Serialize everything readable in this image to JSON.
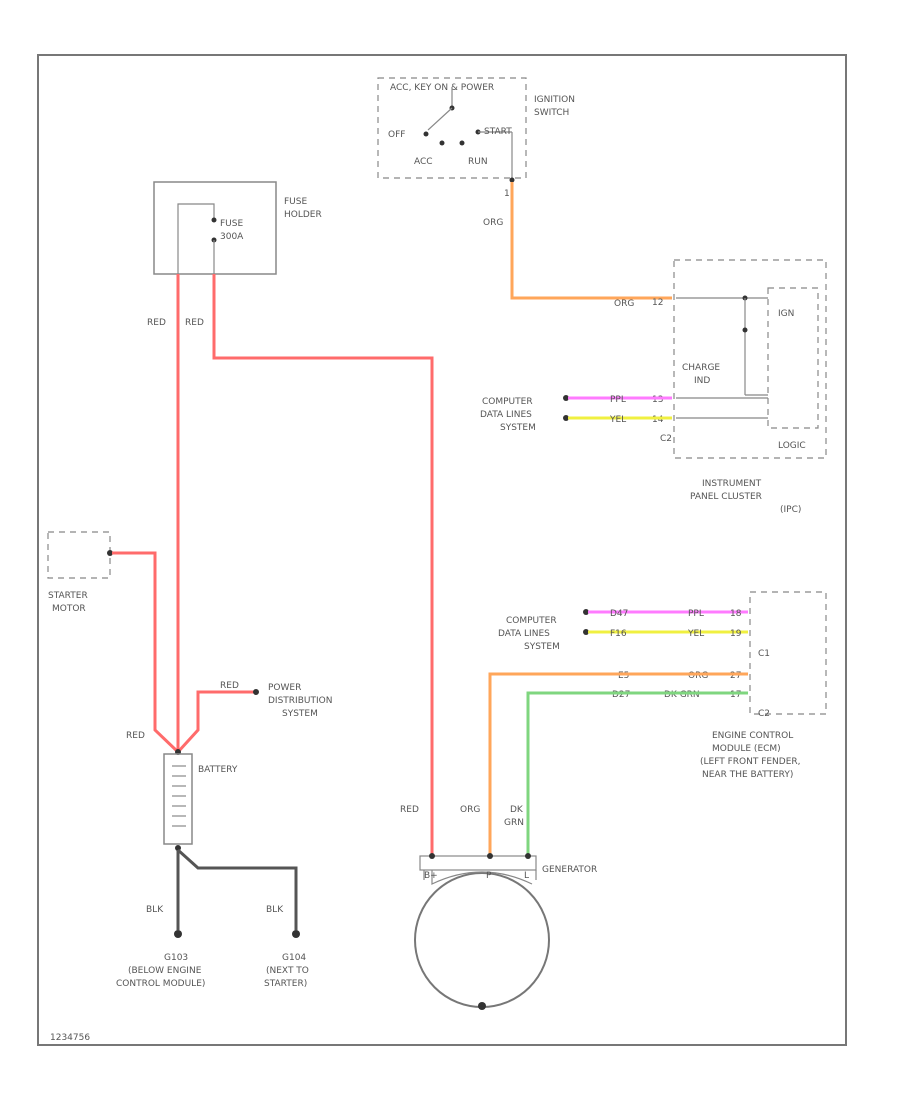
{
  "ignition_switch": {
    "header": "ACC, KEY ON & POWER",
    "label_line1": "IGNITION",
    "label_line2": "SWITCH",
    "off": "OFF",
    "acc": "ACC",
    "run": "RUN",
    "start": "START",
    "pin": "1"
  },
  "fuse_holder": {
    "label_line1": "FUSE",
    "label_line2": "HOLDER",
    "fuse_line1": "FUSE",
    "fuse_line2": "300A"
  },
  "wires": {
    "red": "RED",
    "org": "ORG",
    "ppl": "PPL",
    "yel": "YEL",
    "blk": "BLK",
    "dk_grn": "DK GRN",
    "dk": "DK",
    "grn": "GRN",
    "dk_grn2": "DK GRN"
  },
  "instrument_cluster": {
    "label_line1": "INSTRUMENT",
    "label_line2": "PANEL CLUSTER",
    "label_line3": "(IPC)",
    "ign": "IGN",
    "charge_line1": "CHARGE",
    "charge_line2": "IND",
    "logic": "LOGIC",
    "connector": "C2",
    "pin_org": "12",
    "pin_ppl": "13",
    "pin_yel": "14"
  },
  "computer_data_1": {
    "line1": "COMPUTER",
    "line2": "DATA LINES",
    "line3": "SYSTEM"
  },
  "computer_data_2": {
    "line1": "COMPUTER",
    "line2": "DATA LINES",
    "line3": "SYSTEM"
  },
  "ecm": {
    "label_line1": "ENGINE CONTROL",
    "label_line2": "MODULE (ECM)",
    "label_line3": "(LEFT FRONT FENDER,",
    "label_line4": "NEAR THE BATTERY)",
    "c1": "C1",
    "c2": "C2",
    "pin_ppl": "18",
    "pin_yel": "19",
    "pin_org": "27",
    "pin_grn": "17",
    "side_ppl": "D47",
    "side_yel": "F16",
    "side_org": "E5",
    "side_grn": "D27"
  },
  "starter_motor": {
    "line1": "STARTER",
    "line2": "MOTOR"
  },
  "power_distribution": {
    "line1": "POWER",
    "line2": "DISTRIBUTION",
    "line3": "SYSTEM"
  },
  "battery": {
    "label": "BATTERY"
  },
  "generator": {
    "label": "GENERATOR",
    "b_plus": "B+",
    "p": "P",
    "l": "L"
  },
  "grounds": {
    "g103_id": "G103",
    "g103_line1": "(BELOW ENGINE",
    "g103_line2": "CONTROL MODULE)",
    "g104_id": "G104",
    "g104_line1": "(NEXT TO",
    "g104_line2": "STARTER)"
  },
  "footer_code": "1234756"
}
